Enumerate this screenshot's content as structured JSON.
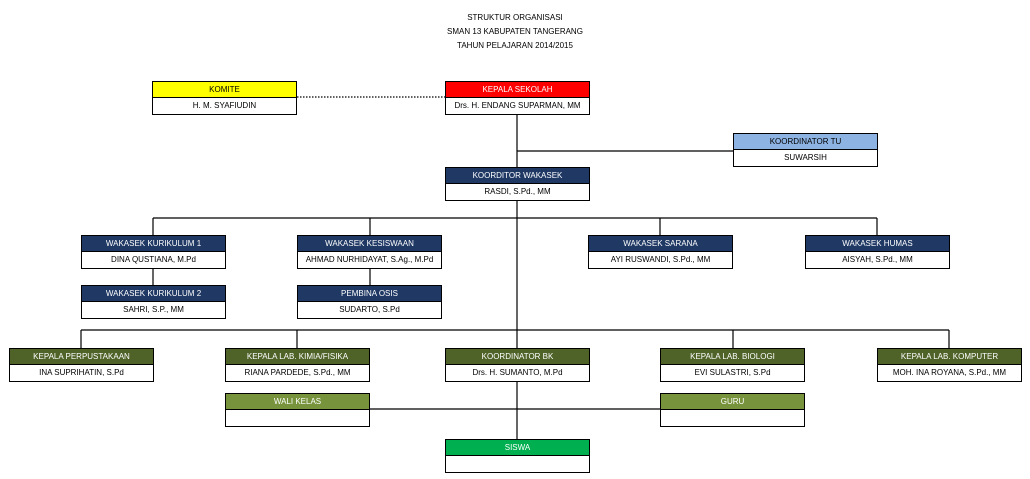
{
  "header": {
    "line1": "STRUKTUR ORGANISASI",
    "line2": "SMAN 13 KABUPATEN TANGERANG",
    "line3": "TAHUN PELAJARAN 2014/2015"
  },
  "colors": {
    "navy": "#1f3864",
    "olive_dark": "#4f6228",
    "olive_light": "#77933c",
    "red": "#ff0000",
    "yellow": "#ffff00",
    "light_blue": "#8db3e2",
    "green": "#00b050"
  },
  "nodes": {
    "komite": {
      "title": "KOMITE",
      "name": "H. M. SYAFIUDIN"
    },
    "kepala_sekolah": {
      "title": "KEPALA SEKOLAH",
      "name": "Drs. H. ENDANG SUPARMAN, MM"
    },
    "koordinator_tu": {
      "title": "KOORDINATOR TU",
      "name": "SUWARSIH"
    },
    "koordinator_wakasek": {
      "title": "KOORDITOR WAKASEK",
      "name": "RASDI, S.Pd., MM"
    },
    "wakasek_kurikulum_1": {
      "title": "WAKASEK KURIKULUM 1",
      "name": "DINA QUSTIANA, M.Pd"
    },
    "wakasek_kesiswaan": {
      "title": "WAKASEK KESISWAAN",
      "name": "AHMAD NURHIDAYAT, S.Ag., M.Pd"
    },
    "wakasek_sarana": {
      "title": "WAKASEK SARANA",
      "name": "AYI RUSWANDI, S.Pd., MM"
    },
    "wakasek_humas": {
      "title": "WAKASEK HUMAS",
      "name": "AISYAH, S.Pd., MM"
    },
    "wakasek_kurikulum_2": {
      "title": "WAKASEK KURIKULUM 2",
      "name": "SAHRI, S.P., MM"
    },
    "pembina_osis": {
      "title": "PEMBINA OSIS",
      "name": "SUDARTO, S.Pd"
    },
    "kepala_perpustakaan": {
      "title": "KEPALA PERPUSTAKAAN",
      "name": "INA SUPRIHATIN, S.Pd"
    },
    "kepala_lab_kimia": {
      "title": "KEPALA LAB. KIMIA/FISIKA",
      "name": "RIANA PARDEDE, S.Pd., MM"
    },
    "koordinator_bk": {
      "title": "KOORDINATOR BK",
      "name": "Drs. H. SUMANTO, M.Pd"
    },
    "kepala_lab_biologi": {
      "title": "KEPALA LAB. BIOLOGI",
      "name": "EVI SULASTRI, S.Pd"
    },
    "kepala_lab_komputer": {
      "title": "KEPALA LAB. KOMPUTER",
      "name": "MOH. INA ROYANA, S.Pd., MM"
    },
    "wali_kelas": {
      "title": "WALI KELAS",
      "name": ""
    },
    "guru": {
      "title": "GURU",
      "name": ""
    },
    "siswa": {
      "title": "SISWA",
      "name": ""
    }
  }
}
